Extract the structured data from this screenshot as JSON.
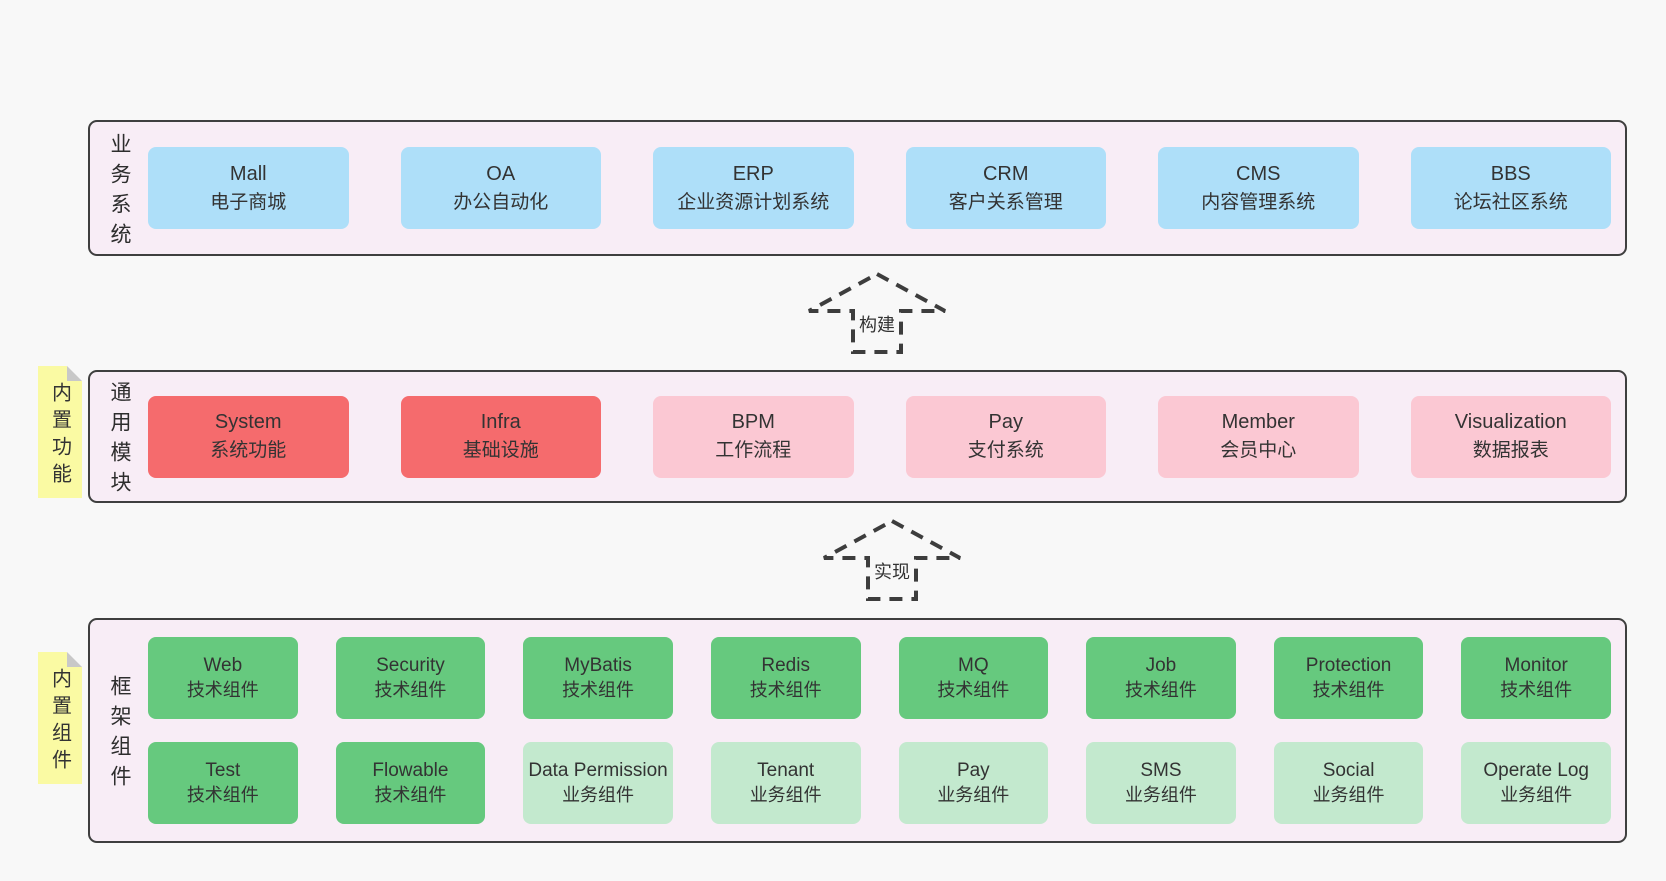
{
  "colors": {
    "page_bg": "#f8f8f8",
    "layer_bg": "#f8edf6",
    "layer_border": "#3f3f3f",
    "blue": "#aedff9",
    "red": "#f56b6d",
    "pink": "#fbc8d3",
    "green_dark": "#66c97e",
    "green_light": "#c3e9ce",
    "note_yellow": "#fafaa3",
    "note_fold_gray": "#c8c8c8",
    "text": "#333333"
  },
  "layers": [
    {
      "id": "business-systems",
      "label": "业务系统",
      "rows": [
        [
          {
            "name": "Mall",
            "desc": "电子商城",
            "color": "blue"
          },
          {
            "name": "OA",
            "desc": "办公自动化",
            "color": "blue"
          },
          {
            "name": "ERP",
            "desc": "企业资源计划系统",
            "color": "blue"
          },
          {
            "name": "CRM",
            "desc": "客户关系管理",
            "color": "blue"
          },
          {
            "name": "CMS",
            "desc": "内容管理系统",
            "color": "blue"
          },
          {
            "name": "BBS",
            "desc": "论坛社区系统",
            "color": "blue"
          }
        ]
      ]
    },
    {
      "id": "common-modules",
      "label": "通用模块",
      "note": "内置功能",
      "rows": [
        [
          {
            "name": "System",
            "desc": "系统功能",
            "color": "red"
          },
          {
            "name": "Infra",
            "desc": "基础设施",
            "color": "red"
          },
          {
            "name": "BPM",
            "desc": "工作流程",
            "color": "pink"
          },
          {
            "name": "Pay",
            "desc": "支付系统",
            "color": "pink"
          },
          {
            "name": "Member",
            "desc": "会员中心",
            "color": "pink"
          },
          {
            "name": "Visualization",
            "desc": "数据报表",
            "color": "pink"
          }
        ]
      ]
    },
    {
      "id": "framework-components",
      "label": "框架组件",
      "note": "内置组件",
      "rows": [
        [
          {
            "name": "Web",
            "desc": "技术组件",
            "color": "green_dark"
          },
          {
            "name": "Security",
            "desc": "技术组件",
            "color": "green_dark"
          },
          {
            "name": "MyBatis",
            "desc": "技术组件",
            "color": "green_dark"
          },
          {
            "name": "Redis",
            "desc": "技术组件",
            "color": "green_dark"
          },
          {
            "name": "MQ",
            "desc": "技术组件",
            "color": "green_dark"
          },
          {
            "name": "Job",
            "desc": "技术组件",
            "color": "green_dark"
          },
          {
            "name": "Protection",
            "desc": "技术组件",
            "color": "green_dark"
          },
          {
            "name": "Monitor",
            "desc": "技术组件",
            "color": "green_dark"
          }
        ],
        [
          {
            "name": "Test",
            "desc": "技术组件",
            "color": "green_dark"
          },
          {
            "name": "Flowable",
            "desc": "技术组件",
            "color": "green_dark"
          },
          {
            "name": "Data Permission",
            "desc": "业务组件",
            "color": "green_light"
          },
          {
            "name": "Tenant",
            "desc": "业务组件",
            "color": "green_light"
          },
          {
            "name": "Pay",
            "desc": "业务组件",
            "color": "green_light"
          },
          {
            "name": "SMS",
            "desc": "业务组件",
            "color": "green_light"
          },
          {
            "name": "Social",
            "desc": "业务组件",
            "color": "green_light"
          },
          {
            "name": "Operate Log",
            "desc": "业务组件",
            "color": "green_light"
          }
        ]
      ]
    }
  ],
  "arrows": [
    {
      "id": "build",
      "label": "构建"
    },
    {
      "id": "implement",
      "label": "实现"
    }
  ]
}
